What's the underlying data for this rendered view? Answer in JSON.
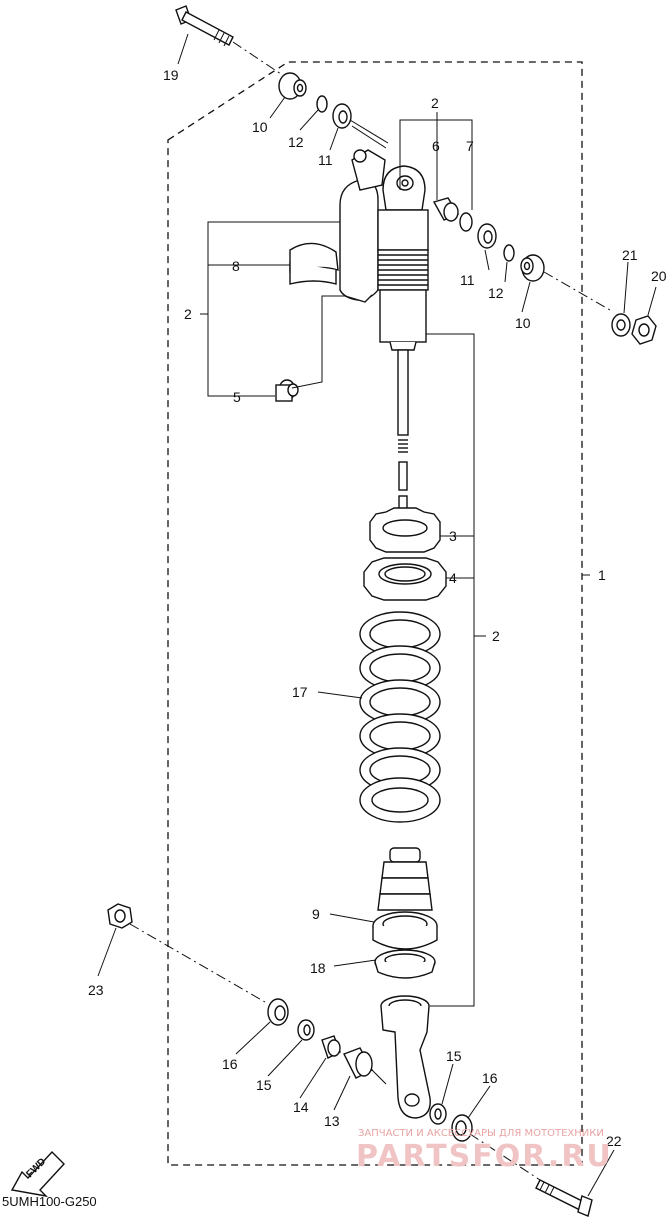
{
  "diagram": {
    "code": "5UMH100-G250",
    "fwd": "FWD",
    "labels": {
      "n1": "1",
      "n2a": "2",
      "n2b": "2",
      "n2c": "2",
      "n3": "3",
      "n4": "4",
      "n5": "5",
      "n6": "6",
      "n7": "7",
      "n8": "8",
      "n9": "9",
      "n10a": "10",
      "n10b": "10",
      "n11a": "11",
      "n11b": "11",
      "n12a": "12",
      "n12b": "12",
      "n13": "13",
      "n14": "14",
      "n15a": "15",
      "n15b": "15",
      "n16a": "16",
      "n16b": "16",
      "n17": "17",
      "n18": "18",
      "n19": "19",
      "n20": "20",
      "n21": "21",
      "n22": "22",
      "n23": "23"
    }
  },
  "watermark": {
    "line1": "ЗАПЧАСТИ И АКСЕССУАРЫ ДЛЯ МОТОТЕХНИКИ",
    "line2": "PARTSFOR.RU"
  }
}
